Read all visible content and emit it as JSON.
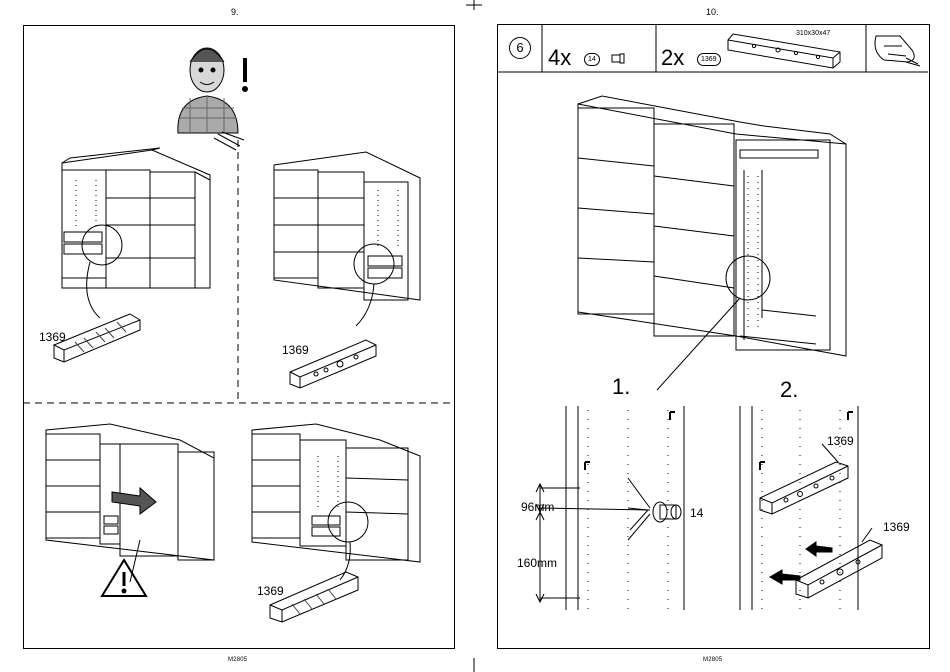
{
  "left_page": {
    "page_number": "9.",
    "footer": "M2805",
    "part_labels": [
      "1369",
      "1369",
      "1369"
    ]
  },
  "right_page": {
    "page_number": "10.",
    "footer": "M2805",
    "header": {
      "step_number": "6",
      "qty_a": "4x",
      "part_a": "14",
      "qty_b": "2x",
      "part_b": "1369",
      "dimensions": "310x30x47"
    },
    "substeps": [
      "1.",
      "2."
    ],
    "measurements": [
      "96mm",
      "160mm"
    ],
    "part_callouts": [
      "14",
      "1369",
      "1369"
    ]
  }
}
